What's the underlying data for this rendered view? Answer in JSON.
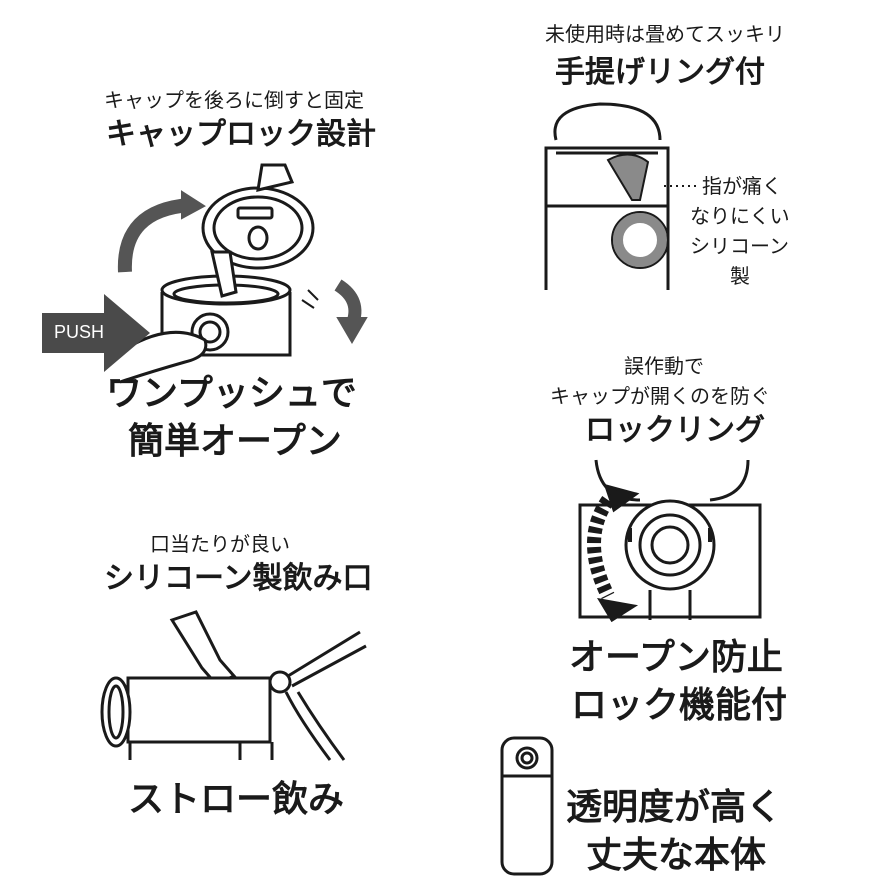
{
  "features": {
    "cap_lock": {
      "caption": "キャップを後ろに倒すと固定",
      "title": "キャップロック設計"
    },
    "one_push": {
      "push_label": "PUSH",
      "title_line1": "ワンプッシュで",
      "title_line2": "簡単オープン"
    },
    "silicone_spout": {
      "caption": "口当たりが良い",
      "title": "シリコーン製飲み口"
    },
    "straw": {
      "title": "ストロー飲み"
    },
    "handle_ring": {
      "caption": "未使用時は畳めてスッキリ",
      "title": "手提げリング付",
      "note_line1": "指が痛く",
      "note_line2": "なりにくい",
      "note_line3": "シリコーン",
      "note_line4": "製"
    },
    "lock_ring": {
      "caption_line1": "誤作動で",
      "caption_line2": "キャップが開くのを防ぐ",
      "title": "ロックリング",
      "feature_line1": "オープン防止",
      "feature_line2": "ロック機能付"
    },
    "body": {
      "title_line1": "透明度が高く",
      "title_line2": "丈夫な本体"
    }
  },
  "colors": {
    "ink": "#1a1a1a",
    "arrow_gray": "#555555",
    "ring_gray": "#8a8a8a"
  }
}
